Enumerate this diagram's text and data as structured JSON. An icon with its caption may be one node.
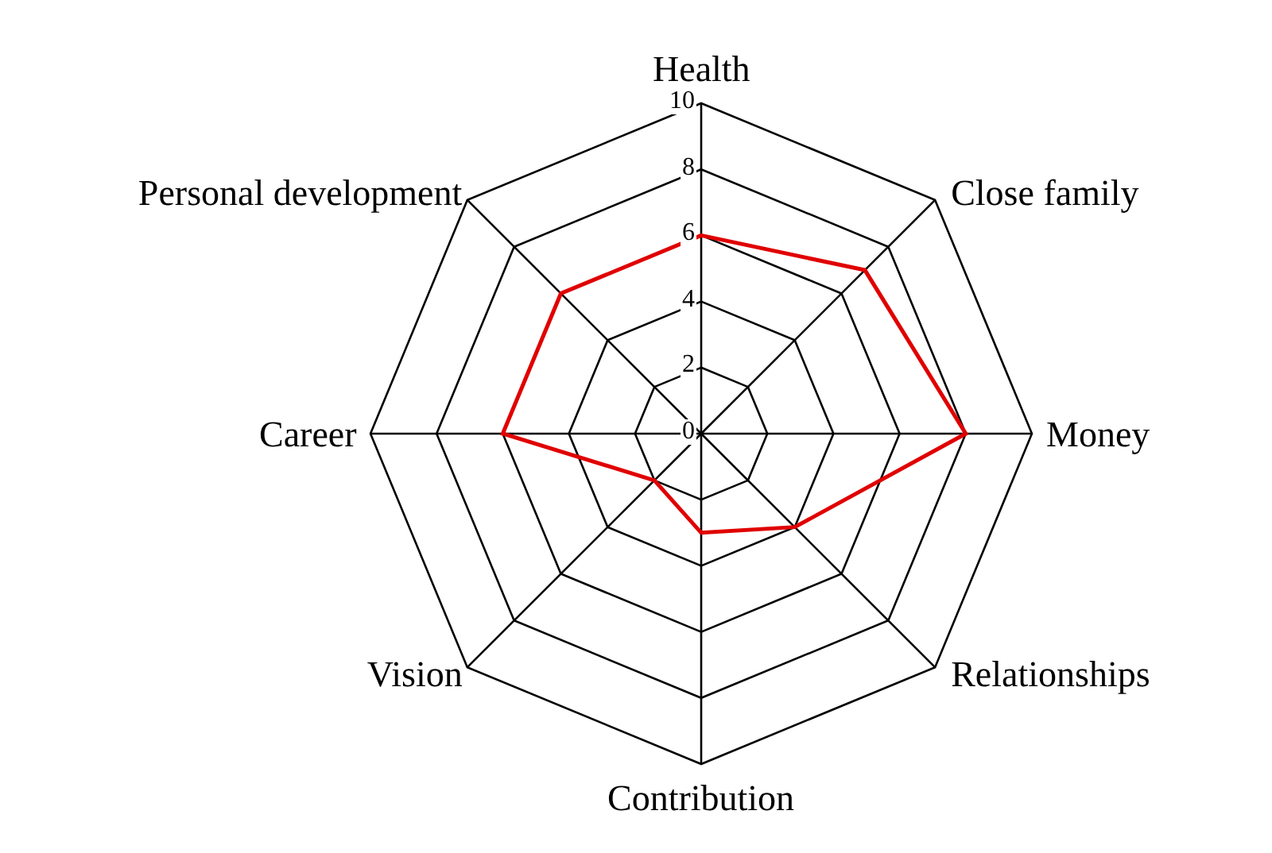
{
  "diagram": {
    "labels": [
      "Health",
      "10",
      "Personal development",
      "8",
      "Close family",
      "6",
      "4",
      "2",
      "Career",
      "0",
      "Money",
      "Vision",
      "Relationships",
      "Contribution"
    ]
  }
}
